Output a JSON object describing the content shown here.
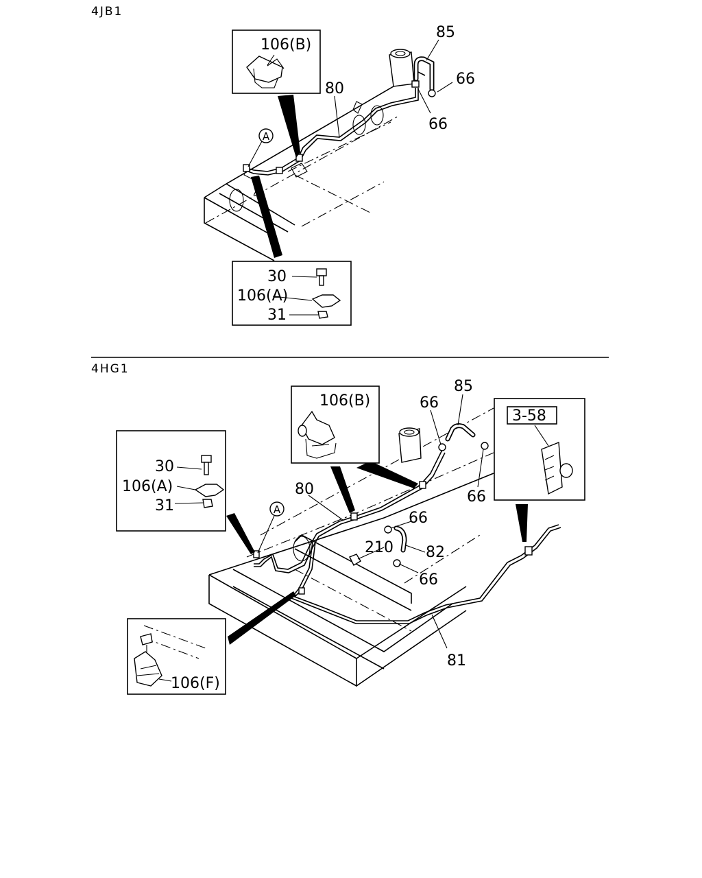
{
  "sections": [
    {
      "engine": "4JB1",
      "callouts": {
        "c85": "85",
        "c66a": "66",
        "c66b": "66",
        "c80": "80",
        "c106b": "106(B)",
        "cA": "A",
        "c30": "30",
        "c106a": "106(A)",
        "c31": "31"
      }
    },
    {
      "engine": "4HG1",
      "callouts": {
        "c85": "85",
        "c66a": "66",
        "c66b": "66",
        "c66c": "66",
        "c66d": "66",
        "c80": "80",
        "c81": "81",
        "c82": "82",
        "c210": "210",
        "c106b": "106(B)",
        "c358": "3-58",
        "cA": "A",
        "c30": "30",
        "c106a": "106(A)",
        "c31": "31",
        "c106f": "106(F)"
      }
    }
  ]
}
